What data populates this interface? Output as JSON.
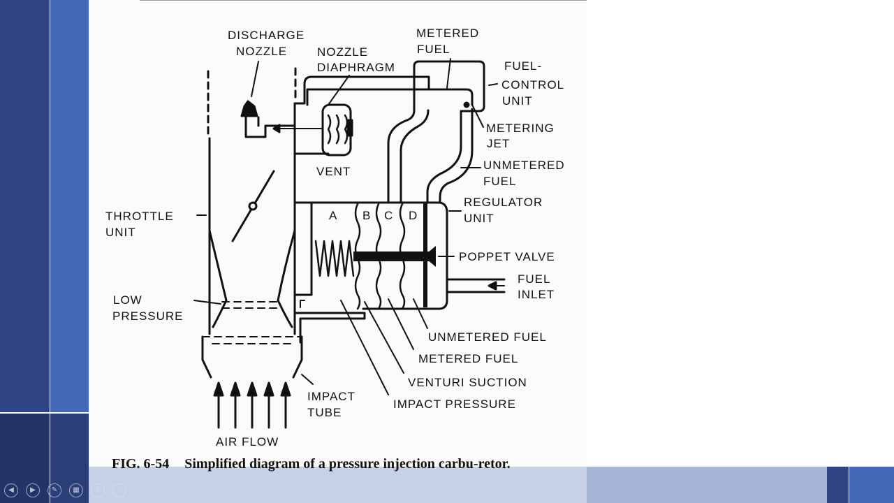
{
  "labels": {
    "discharge_nozzle": [
      "DISCHARGE",
      "NOZZLE"
    ],
    "nozzle_diaphragm": [
      "NOZZLE",
      "DIAPHRAGM"
    ],
    "metered_fuel_top": [
      "METERED",
      "FUEL"
    ],
    "fuel_control_unit": [
      "FUEL-",
      "CONTROL",
      "UNIT"
    ],
    "metering_jet": [
      "METERING",
      "JET"
    ],
    "vent": "VENT",
    "unmetered_fuel_upper": [
      "UNMETERED",
      "FUEL"
    ],
    "regulator_unit": [
      "REGULATOR",
      "UNIT"
    ],
    "throttle_unit": [
      "THROTTLE",
      "UNIT"
    ],
    "chamber_a": "A",
    "chamber_b": "B",
    "chamber_c": "C",
    "chamber_d": "D",
    "poppet_valve": "POPPET VALVE",
    "fuel_inlet": [
      "FUEL",
      "INLET"
    ],
    "low_pressure": [
      "LOW",
      "PRESSURE"
    ],
    "unmetered_fuel_lower": "UNMETERED FUEL",
    "metered_fuel_lower": "METERED FUEL",
    "venturi_suction": "VENTURI SUCTION",
    "impact_pressure": "IMPACT PRESSURE",
    "impact_tube": [
      "IMPACT",
      "TUBE"
    ],
    "air_flow": "AIR FLOW"
  },
  "caption": {
    "fig_number": "FIG. 6-54",
    "text": "Simplified diagram of a pressure injection carbu-retor."
  },
  "controls": {
    "prev_icon": "previous-slide-icon",
    "next_icon": "next-slide-icon",
    "pen_icon": "pen-icon",
    "slides_icon": "slide-sorter-icon",
    "zoom_icon": "zoom-icon",
    "more_icon": "more-options-icon"
  }
}
